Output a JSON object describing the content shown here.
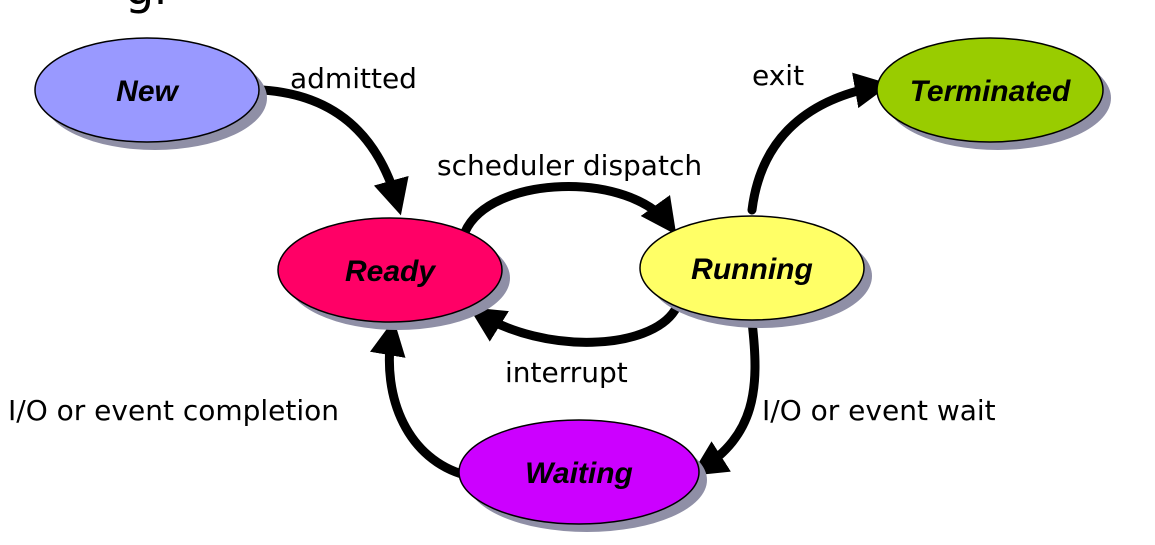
{
  "title_fragment": "gr",
  "states": {
    "new": {
      "label": "New",
      "color": "#9999ff"
    },
    "ready": {
      "label": "Ready",
      "color": "#ff0066"
    },
    "running": {
      "label": "Running",
      "color": "#ffff66"
    },
    "terminated": {
      "label": "Terminated",
      "color": "#99cc00"
    },
    "waiting": {
      "label": "Waiting",
      "color": "#cc00ff"
    }
  },
  "transitions": {
    "admitted": "admitted",
    "exit": "exit",
    "scheduler_dispatch": "scheduler dispatch",
    "interrupt": "interrupt",
    "io_wait": "I/O or event wait",
    "io_completion": "I/O or event completion"
  }
}
